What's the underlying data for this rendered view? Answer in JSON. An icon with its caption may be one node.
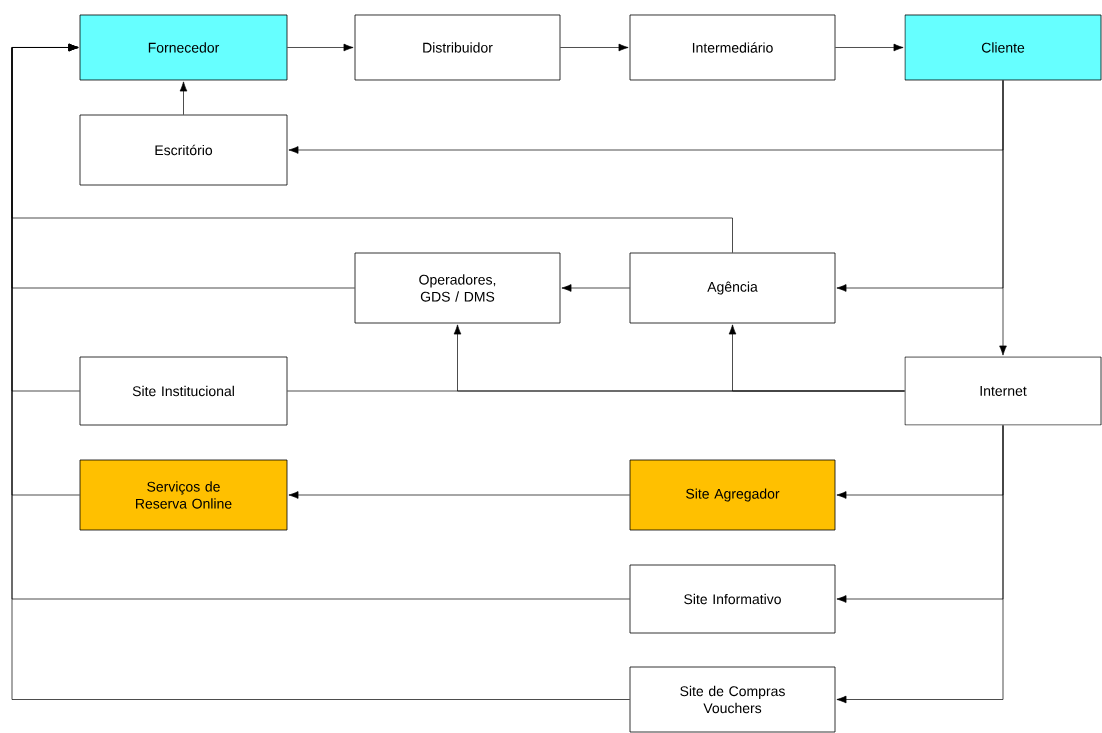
{
  "diagram": {
    "nodes": [
      {
        "text": [
          "Fornecedor"
        ]
      },
      {
        "text": [
          "Distribuidor"
        ]
      },
      {
        "text": [
          "Intermediário"
        ]
      },
      {
        "text": [
          "Cliente"
        ]
      },
      {
        "text": [
          "Escritório"
        ]
      },
      {
        "text": [
          "Operadores, GDS / DMS"
        ]
      },
      {
        "text": [
          "Agência"
        ]
      },
      {
        "text": [
          "Site Institucional"
        ]
      },
      {
        "text": [
          "Internet"
        ]
      },
      {
        "text": [
          "Serviços de Reserva Online"
        ]
      },
      {
        "text": [
          "Site Agregador"
        ]
      },
      {
        "text": [
          "Site Informativo"
        ]
      },
      {
        "text": [
          "Site de Compras Vouchers"
        ]
      }
    ],
    "edges": [
      {
        "from": 0,
        "to": 1,
        "arrow": "to"
      },
      {
        "from": 1,
        "to": 2,
        "arrow": "to"
      },
      {
        "from": 2,
        "to": 3,
        "arrow": "to"
      },
      {
        "from": 4,
        "to": 0,
        "arrow": "to"
      },
      {
        "from": 3,
        "to": 4,
        "arrow": "to"
      },
      {
        "from": 3,
        "to": 6,
        "arrow": "to"
      },
      {
        "from": 3,
        "to": 8,
        "arrow": "to"
      },
      {
        "from": 6,
        "to": 5,
        "arrow": "to"
      },
      {
        "from": 8,
        "to": 7,
        "arrow": "none"
      },
      {
        "from": 8,
        "to": 5,
        "arrow": "to"
      },
      {
        "from": 8,
        "to": 6,
        "arrow": "to"
      },
      {
        "from": 8,
        "to": 10,
        "arrow": "to"
      },
      {
        "from": 8,
        "to": 11,
        "arrow": "to"
      },
      {
        "from": 8,
        "to": 12,
        "arrow": "to"
      },
      {
        "from": 10,
        "to": 9,
        "arrow": "to"
      },
      {
        "from": 6,
        "to": 0,
        "arrow": "to"
      },
      {
        "from": 5,
        "to": 0,
        "arrow": "to"
      },
      {
        "from": 7,
        "to": 0,
        "arrow": "to"
      },
      {
        "from": 9,
        "to": 0,
        "arrow": "to"
      },
      {
        "from": 11,
        "to": 0,
        "arrow": "to"
      },
      {
        "from": 12,
        "to": 0,
        "arrow": "to"
      }
    ]
  }
}
